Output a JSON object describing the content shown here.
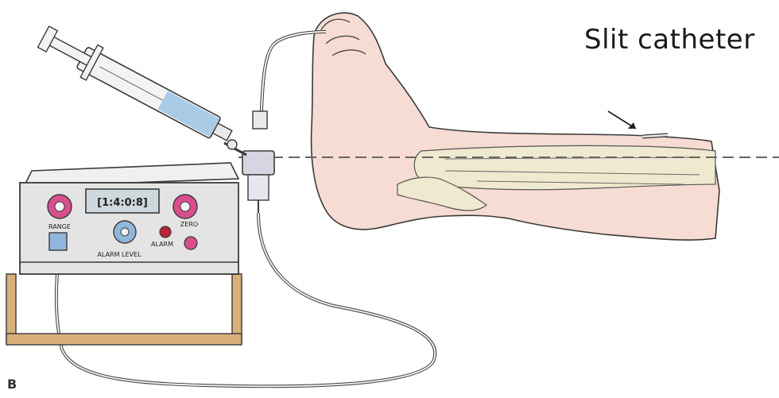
{
  "figure": {
    "title": "Slit catheter",
    "panel_letter": "B"
  },
  "monitor": {
    "display_readout": "[1:4:0:8]",
    "range_label": "RANGE",
    "zero_label": "ZERO",
    "alarm_label": "ALARM",
    "alarm_level_label": "ALARM LEVEL"
  },
  "colors": {
    "skin": "#f6dcd2",
    "bone": "#efe9cf",
    "outline": "#3a3a3a",
    "monitor_body": "#e4e4e4",
    "knob_pink": "#d84f8e",
    "knob_blue": "#8fb6dc",
    "syringe_fluid": "#a9cbe6",
    "stand_wood": "#d9b07a"
  }
}
